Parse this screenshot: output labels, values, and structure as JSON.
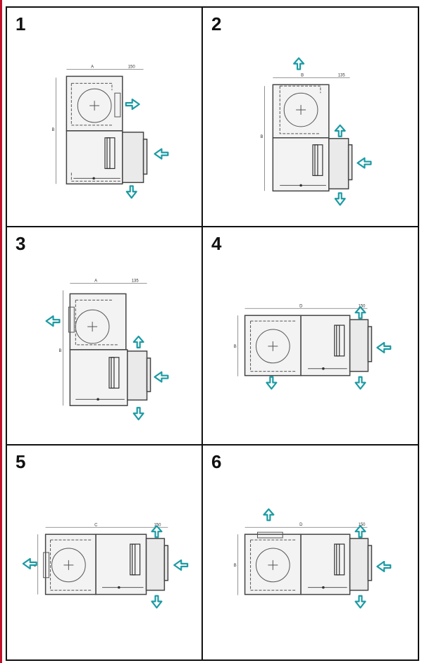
{
  "panels": [
    {
      "number": "1",
      "dims": {
        "a": "A",
        "b": "150",
        "c": "B"
      }
    },
    {
      "number": "2",
      "dims": {
        "a": "B",
        "b": "135",
        "c": "B"
      }
    },
    {
      "number": "3",
      "dims": {
        "a": "A",
        "b": "135",
        "c": "B"
      }
    },
    {
      "number": "4",
      "dims": {
        "a": "D",
        "b": "150",
        "c": "B"
      }
    },
    {
      "number": "5",
      "dims": {
        "a": "C",
        "b": "150",
        "c": "B"
      }
    },
    {
      "number": "6",
      "dims": {
        "a": "D",
        "b": "150",
        "c": "B"
      }
    }
  ],
  "colors": {
    "arrow": "#1b9aa3",
    "frame": "#111111",
    "accent_bar": "#c0122a"
  }
}
